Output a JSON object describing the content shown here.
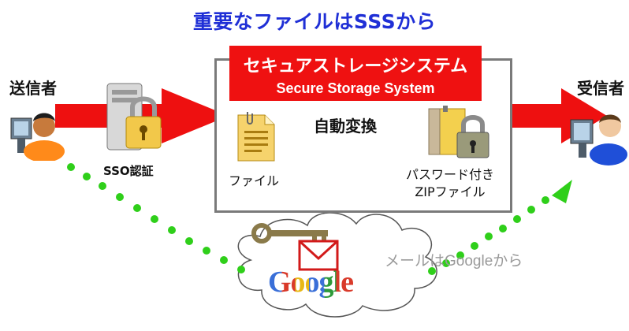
{
  "headline": "重要なファイルはSSSから",
  "system": {
    "title_jp": "セキュアストレージシステム",
    "title_en": "Secure Storage System"
  },
  "sender": {
    "label": "送信者"
  },
  "receiver": {
    "label": "受信者"
  },
  "auth": {
    "label": "SSO認証"
  },
  "file": {
    "label": "ファイル"
  },
  "convert": {
    "label": "自動変換"
  },
  "zip": {
    "label_line1": "パスワード付き",
    "label_line2": "ZIPファイル"
  },
  "cloud": {
    "brand": "Google",
    "note": "メールはGoogleから"
  },
  "colors": {
    "headline": "#1f2fd6",
    "header_red": "#ef1111",
    "flow_arrow": "#ee1010",
    "convert_arrow": "#1f3d7a",
    "dots": "#2fcf1a"
  }
}
